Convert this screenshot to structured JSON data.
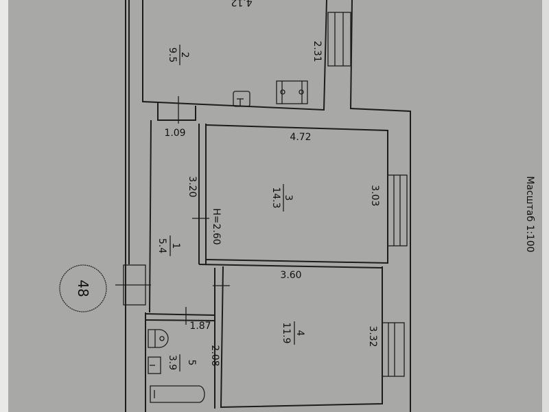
{
  "plan": {
    "scale_label": "Масштаб 1:100",
    "building_number": "48",
    "ceiling_height": "H=2.60",
    "rooms": [
      {
        "number": "1",
        "area": "5.4"
      },
      {
        "number": "2",
        "area": "9.5"
      },
      {
        "number": "3",
        "area": "14.3"
      },
      {
        "number": "4",
        "area": "11.9"
      },
      {
        "number": "5",
        "area": "3.9"
      }
    ],
    "dimensions": {
      "kitchen_width": "4.12",
      "kitchen_depth": "2.31",
      "corridor_width": "1.09",
      "corridor_length": "3.20",
      "room3_width": "4.72",
      "room3_depth": "3.03",
      "room4_width": "3.60",
      "room4_depth": "3.32",
      "bath_width": "1.87",
      "bath_depth": "2.08"
    }
  }
}
